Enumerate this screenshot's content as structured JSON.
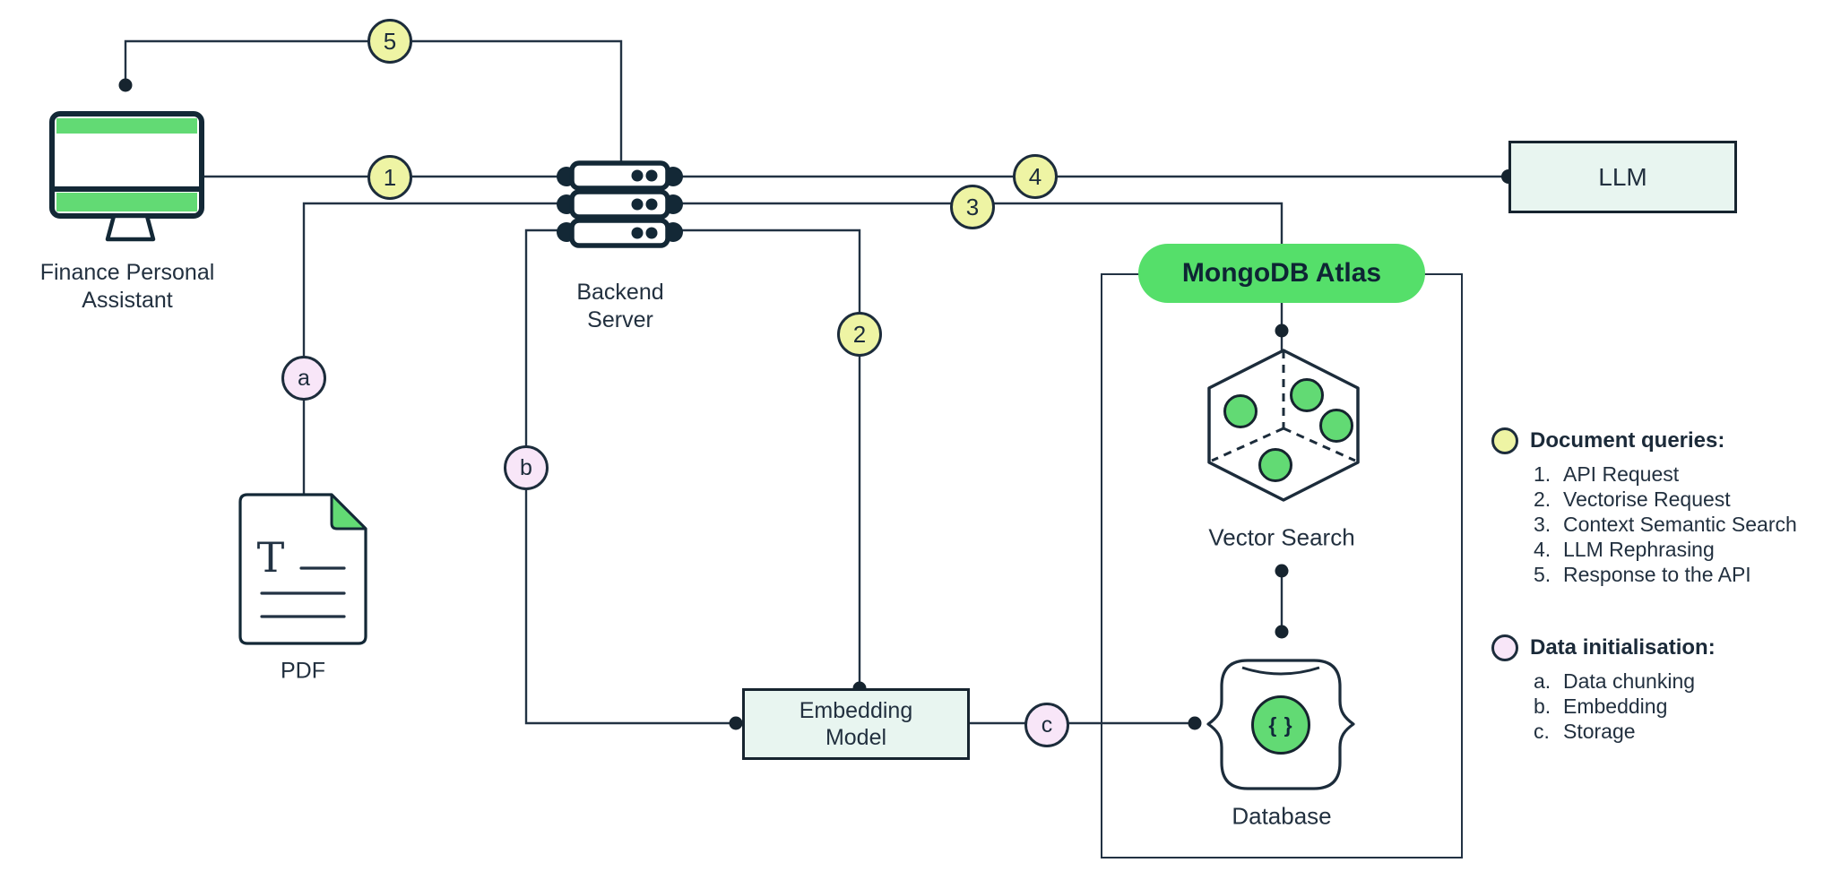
{
  "colors": {
    "ink": "#1d2d3c",
    "icon_ink": "#132433",
    "green": "#62da74",
    "pill_green": "#55df6a",
    "marker_yellow": "#eef4a4",
    "marker_pink": "#f8e6f8",
    "box_mint": "#e8f5f0",
    "text": "#22303f"
  },
  "icons": {
    "monitor-icon": "desktop monitor with green top and bottom bars",
    "server-stack-icon": "three stacked server rows with dots and side knobs",
    "pdf-document-icon": "document page with folded green corner and T text lines",
    "vector-search-cube-icon": "hexagon cube outline with dashed edges and four green dots",
    "database-braces-icon": "rounded container flanked by curly braces with green circle"
  },
  "nodes": {
    "finance_assistant": {
      "label_lines": [
        "Finance Personal",
        "Assistant"
      ]
    },
    "backend_server": {
      "label_lines": [
        "Backend",
        "Server"
      ]
    },
    "llm": {
      "label": "LLM"
    },
    "pdf": {
      "label": "PDF",
      "letter_glyph": "T"
    },
    "embedding_model": {
      "label_lines": [
        "Embedding",
        "Model"
      ]
    },
    "mongodb_atlas": {
      "label": "MongoDB Atlas"
    },
    "vector_search": {
      "label": "Vector Search"
    },
    "database": {
      "label": "Database",
      "braces_glyph": "{ }"
    }
  },
  "markers": {
    "m1": "1",
    "m2": "2",
    "m3": "3",
    "m4": "4",
    "m5": "5",
    "ma": "a",
    "mb": "b",
    "mc": "c"
  },
  "legend": {
    "document_queries": {
      "title": "Document queries:",
      "items": [
        {
          "index": "1.",
          "label": "API Request"
        },
        {
          "index": "2.",
          "label": "Vectorise Request"
        },
        {
          "index": "3.",
          "label": "Context Semantic Search"
        },
        {
          "index": "4.",
          "label": "LLM Rephrasing"
        },
        {
          "index": "5.",
          "label": "Response to the API"
        }
      ]
    },
    "data_initialisation": {
      "title": "Data initialisation:",
      "items": [
        {
          "index": "a.",
          "label": "Data chunking"
        },
        {
          "index": "b.",
          "label": "Embedding"
        },
        {
          "index": "c.",
          "label": "Storage"
        }
      ]
    }
  }
}
